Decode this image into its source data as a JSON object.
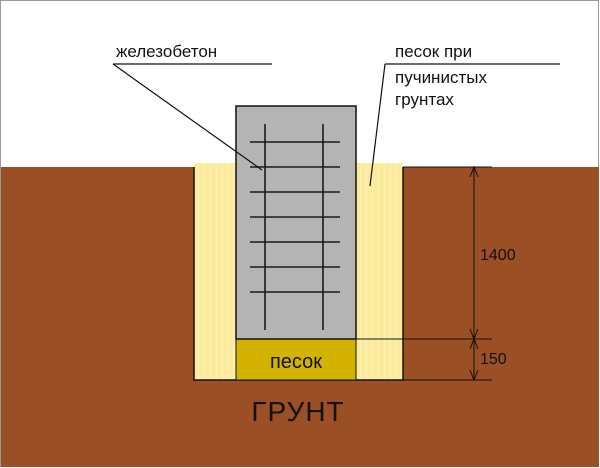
{
  "labels": {
    "reinforced_concrete": "железобетон",
    "sand_heaving_line1": "песок при",
    "sand_heaving_line2": "пучинистых",
    "sand_heaving_line3": "грунтах",
    "sand_bed": "песок",
    "soil": "ГРУНТ"
  },
  "dimensions": {
    "depth_main": "1400",
    "depth_sand_bed": "150"
  },
  "colors": {
    "sky": "#ffffff",
    "soil": "#9b4f24",
    "sand_backfill": "#fbeb9a",
    "sand_bed": "#d4b300",
    "concrete": "#b4b4b4",
    "rebar": "#1a1a1a",
    "outline": "#111111"
  }
}
